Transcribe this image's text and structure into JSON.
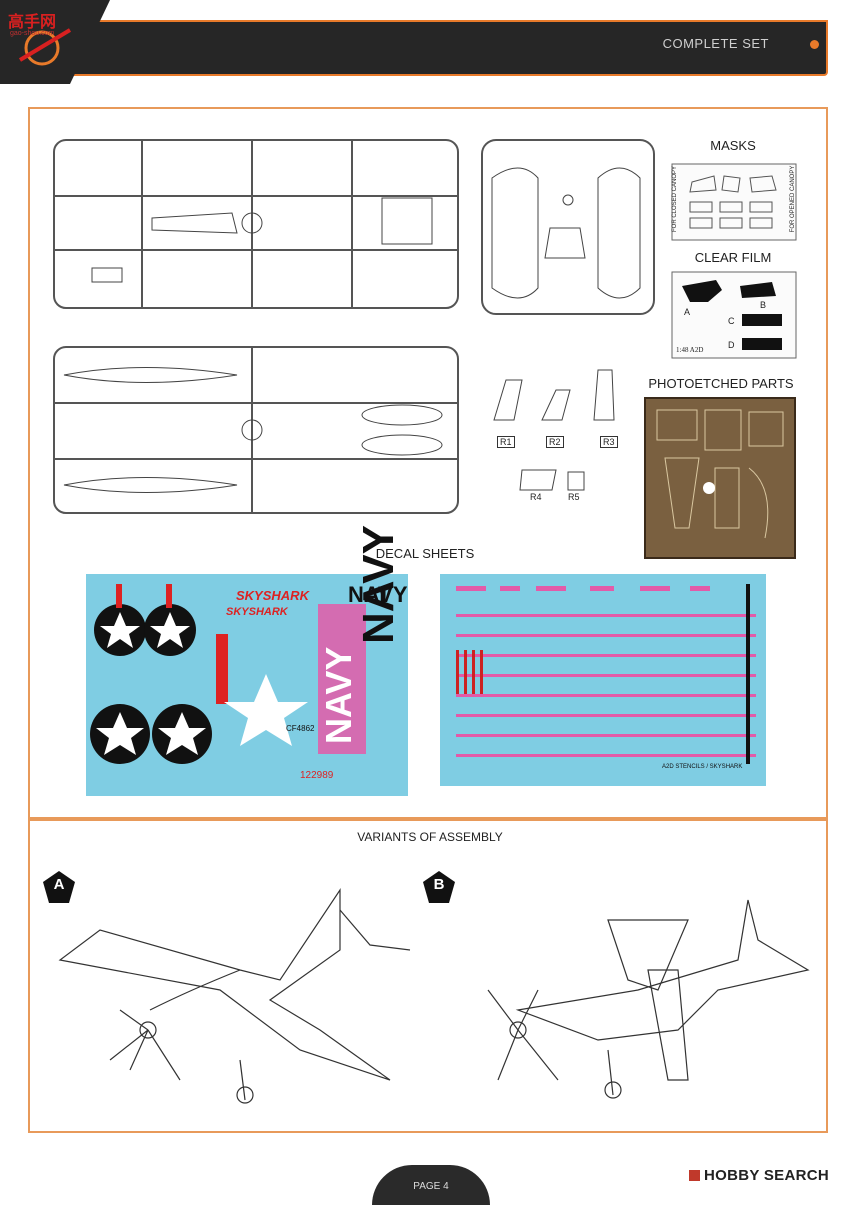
{
  "header": {
    "title": "COMPLETE SET",
    "logo_text": "高手网",
    "logo_sub": "gao-shou.com"
  },
  "sections": {
    "masks": "MASKS",
    "clear_film": "CLEAR FILM",
    "photoetched": "PHOTOETCHED PARTS",
    "decal_sheets": "DECAL SHEETS",
    "variants": "VARIANTS OF ASSEMBLY"
  },
  "masks": {
    "left_note": "FOR CLOSED CANOPY",
    "right_note": "FOR OPENED CANOPY"
  },
  "clear_film": {
    "parts": [
      "A",
      "B",
      "C",
      "D"
    ],
    "scale": "1:48  A2D"
  },
  "resin_parts": [
    "R1",
    "R2",
    "R3",
    "R4",
    "R5"
  ],
  "decals": {
    "navy": "NAVY",
    "skyshark": "SKYSHARK",
    "serial": "122989",
    "code": "CF4862",
    "stencils": "A2D STENCILS / SKYSHARK"
  },
  "variants": [
    "A",
    "B"
  ],
  "footer": {
    "page": "PAGE 4",
    "watermark": "HOBBY SEARCH"
  },
  "colors": {
    "accent": "#e87a2a",
    "decal_bg": "#7fcde3",
    "pink": "#e35aa8"
  }
}
